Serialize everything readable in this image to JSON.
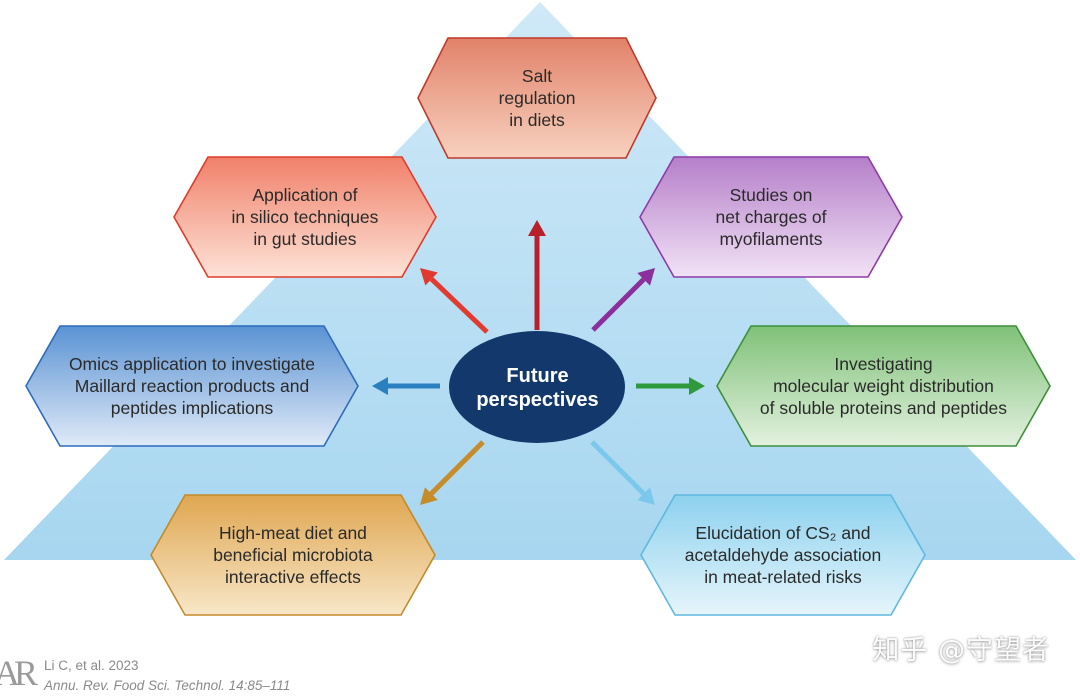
{
  "center": {
    "line1": "Future",
    "line2": "perspectives"
  },
  "hexagons": [
    {
      "id": "salt",
      "lines": [
        "Salt",
        "regulation",
        "in diets"
      ],
      "fill_top": "#e2826a",
      "fill_bottom": "#f7d2bf",
      "stroke": "#c0392b",
      "arrow": "#b8202a"
    },
    {
      "id": "insilico",
      "lines": [
        "Application of",
        "in silico techniques",
        "in gut studies"
      ],
      "fill_top": "#f0806a",
      "fill_bottom": "#fde3d7",
      "stroke": "#e03b2b",
      "arrow": "#e23a2f"
    },
    {
      "id": "net-charges",
      "lines": [
        "Studies on",
        "net charges of",
        "myofilaments"
      ],
      "fill_top": "#b57fc9",
      "fill_bottom": "#f1e2f5",
      "stroke": "#8e3ba8",
      "arrow": "#8a2f9b"
    },
    {
      "id": "omics",
      "lines": [
        "Omics application to investigate",
        "Maillard reaction products and",
        "peptides implications"
      ],
      "fill_top": "#5a92d3",
      "fill_bottom": "#dfeaf7",
      "stroke": "#2d6bbd",
      "arrow": "#2a7fc0"
    },
    {
      "id": "molecular",
      "lines": [
        "Investigating",
        "molecular weight distribution",
        "of soluble proteins and peptides"
      ],
      "fill_top": "#7fc178",
      "fill_bottom": "#e3f1df",
      "stroke": "#3d8f3a",
      "arrow": "#2e9a3c"
    },
    {
      "id": "high-meat",
      "lines": [
        "High-meat diet and",
        "beneficial microbiota",
        "interactive effects"
      ],
      "fill_top": "#dfa650",
      "fill_bottom": "#f8e7c8",
      "stroke": "#c48a2a",
      "arrow": "#c58c28"
    },
    {
      "id": "cs2",
      "lines": [
        "Elucidation of CS₂ and",
        "acetaldehyde association",
        "in meat-related risks"
      ],
      "fill_top": "#8cd1ee",
      "fill_bottom": "#e6f5fb",
      "stroke": "#5fb8df",
      "arrow": "#7cc8ec"
    }
  ],
  "citation": {
    "line1": "Li C, et al. 2023",
    "line2": "Annu. Rev. Food Sci. Technol. 14:85–111"
  },
  "logo": "AR",
  "watermark": "知乎 @守望者",
  "colors": {
    "triangle_top": "#cfe9f7",
    "triangle_bottom": "#a7d6f0",
    "ellipse": "#13386b"
  }
}
